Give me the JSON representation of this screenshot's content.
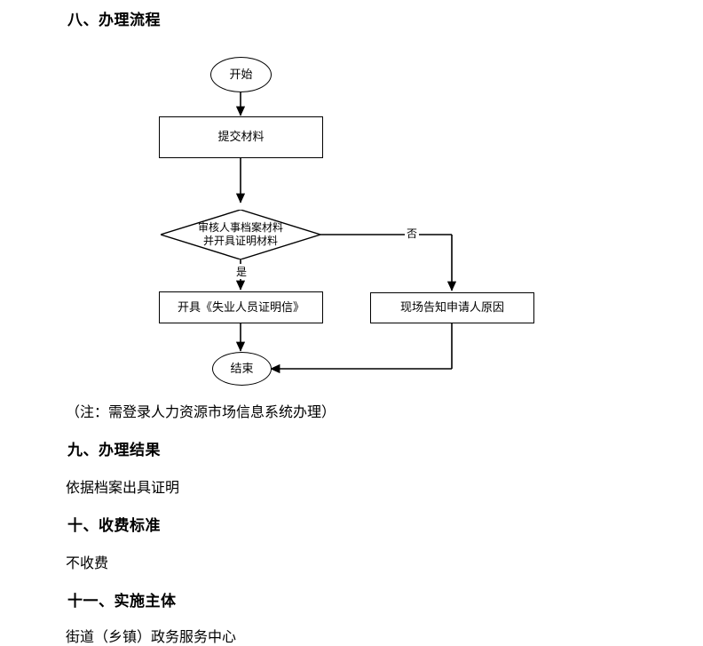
{
  "document": {
    "sections": [
      {
        "heading": "八、办理流程"
      },
      {
        "heading": "九、办理结果",
        "body": "依据档案出具证明"
      },
      {
        "heading": "十、收费标准",
        "body": "不收费"
      },
      {
        "heading": "十一、实施主体",
        "body": "街道（乡镇）政务服务中心"
      }
    ],
    "note": "（注：需登录人力资源市场信息系统办理）"
  },
  "flowchart": {
    "nodes": {
      "start": "开始",
      "submit": "提交材料",
      "decision_line1": "审核人事档案材料",
      "decision_line2": "并开具证明材料",
      "issue": "开具《失业人员证明信》",
      "inform": "现场告知申请人原因",
      "end": "结束"
    },
    "edge_labels": {
      "yes": "是",
      "no": "否"
    }
  }
}
